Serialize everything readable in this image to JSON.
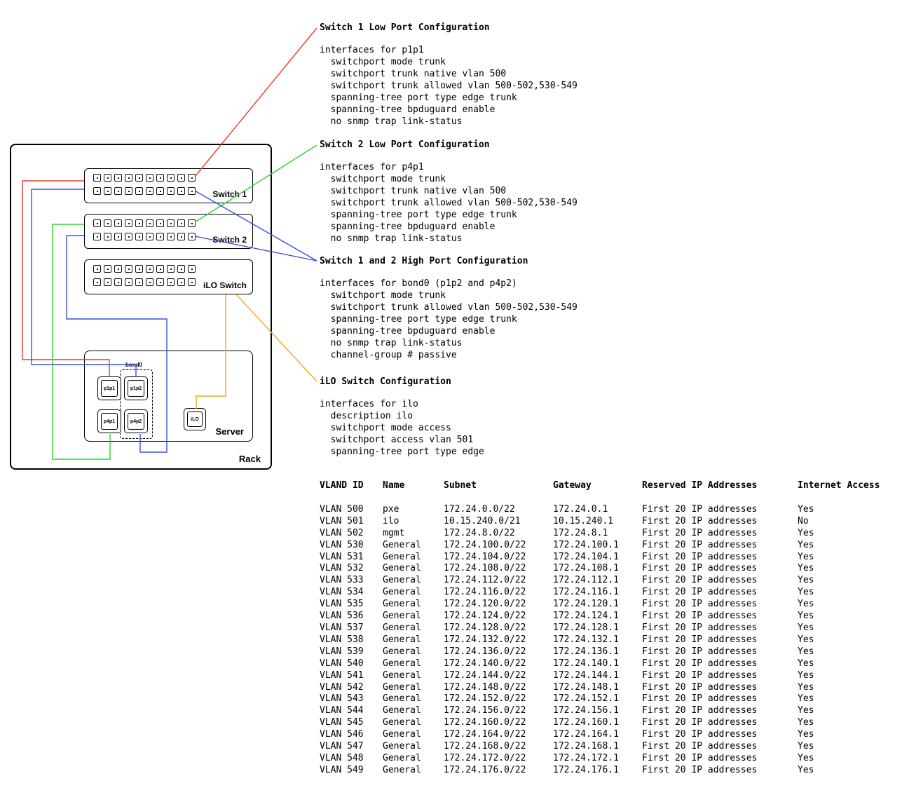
{
  "diagram": {
    "rack_label": "Rack",
    "server_label": "Server",
    "bond_label": "bond0",
    "ports_per_row": 10,
    "switches": [
      {
        "label": "Switch 1"
      },
      {
        "label": "Switch 2"
      },
      {
        "label": "iLO Switch"
      }
    ],
    "nics": [
      {
        "label": "p1p1"
      },
      {
        "label": "p1p2"
      },
      {
        "label": "p4p1"
      },
      {
        "label": "p4p2"
      },
      {
        "label": "iLO"
      }
    ],
    "colors": {
      "red": "#ee3b28",
      "green": "#2fd32f",
      "blue": "#3a50d9",
      "orange": "#f5a623"
    }
  },
  "sections": [
    {
      "title": "Switch 1 Low Port Configuration",
      "body": "interfaces for p1p1\n  switchport mode trunk\n  switchport trunk native vlan 500\n  switchport trunk allowed vlan 500-502,530-549\n  spanning-tree port type edge trunk\n  spanning-tree bpduguard enable\n  no snmp trap link-status"
    },
    {
      "title": "Switch 2 Low Port Configuration",
      "body": "interfaces for p4p1\n  switchport mode trunk\n  switchport trunk native vlan 500\n  switchport trunk allowed vlan 500-502,530-549\n  spanning-tree port type edge trunk\n  spanning-tree bpduguard enable\n  no snmp trap link-status"
    },
    {
      "title": "Switch 1 and 2 High Port Configuration",
      "body": "interfaces for bond0 (p1p2 and p4p2)\n  switchport mode trunk\n  switchport trunk allowed vlan 500-502,530-549\n  spanning-tree port type edge trunk\n  spanning-tree bpduguard enable\n  no snmp trap link-status\n  channel-group # passive"
    },
    {
      "title": "iLO Switch Configuration",
      "body": "interfaces for ilo\n  description ilo\n  switchport mode access\n  switchport access vlan 501\n  spanning-tree port type edge"
    }
  ],
  "vlan_table": {
    "headers": [
      "VLAND ID",
      "Name",
      "Subnet",
      "Gateway",
      "Reserved IP Addresses",
      "Internet Access"
    ],
    "rows": [
      [
        "VLAN 500",
        "pxe",
        "172.24.0.0/22",
        "172.24.0.1",
        "First 20 IP addresses",
        "Yes"
      ],
      [
        "VLAN 501",
        "ilo",
        "10.15.240.0/21",
        "10.15.240.1",
        "First 20 IP addresses",
        "No"
      ],
      [
        "VLAN 502",
        "mgmt",
        "172.24.8.0/22",
        "172.24.8.1",
        "First 20 IP addresses",
        "Yes"
      ],
      [
        "VLAN 530",
        "General",
        "172.24.100.0/22",
        "172.24.100.1",
        "First 20 IP addresses",
        "Yes"
      ],
      [
        "VLAN 531",
        "General",
        "172.24.104.0/22",
        "172.24.104.1",
        "First 20 IP addresses",
        "Yes"
      ],
      [
        "VLAN 532",
        "General",
        "172.24.108.0/22",
        "172.24.108.1",
        "First 20 IP addresses",
        "Yes"
      ],
      [
        "VLAN 533",
        "General",
        "172.24.112.0/22",
        "172.24.112.1",
        "First 20 IP addresses",
        "Yes"
      ],
      [
        "VLAN 534",
        "General",
        "172.24.116.0/22",
        "172.24.116.1",
        "First 20 IP addresses",
        "Yes"
      ],
      [
        "VLAN 535",
        "General",
        "172.24.120.0/22",
        "172.24.120.1",
        "First 20 IP addresses",
        "Yes"
      ],
      [
        "VLAN 536",
        "General",
        "172.24.124.0/22",
        "172.24.124.1",
        "First 20 IP addresses",
        "Yes"
      ],
      [
        "VLAN 537",
        "General",
        "172.24.128.0/22",
        "172.24.128.1",
        "First 20 IP addresses",
        "Yes"
      ],
      [
        "VLAN 538",
        "General",
        "172.24.132.0/22",
        "172.24.132.1",
        "First 20 IP addresses",
        "Yes"
      ],
      [
        "VLAN 539",
        "General",
        "172.24.136.0/22",
        "172.24.136.1",
        "First 20 IP addresses",
        "Yes"
      ],
      [
        "VLAN 540",
        "General",
        "172.24.140.0/22",
        "172.24.140.1",
        "First 20 IP addresses",
        "Yes"
      ],
      [
        "VLAN 541",
        "General",
        "172.24.144.0/22",
        "172.24.144.1",
        "First 20 IP addresses",
        "Yes"
      ],
      [
        "VLAN 542",
        "General",
        "172.24.148.0/22",
        "172.24.148.1",
        "First 20 IP addresses",
        "Yes"
      ],
      [
        "VLAN 543",
        "General",
        "172.24.152.0/22",
        "172.24.152.1",
        "First 20 IP addresses",
        "Yes"
      ],
      [
        "VLAN 544",
        "General",
        "172.24.156.0/22",
        "172.24.156.1",
        "First 20 IP addresses",
        "Yes"
      ],
      [
        "VLAN 545",
        "General",
        "172.24.160.0/22",
        "172.24.160.1",
        "First 20 IP addresses",
        "Yes"
      ],
      [
        "VLAN 546",
        "General",
        "172.24.164.0/22",
        "172.24.164.1",
        "First 20 IP addresses",
        "Yes"
      ],
      [
        "VLAN 547",
        "General",
        "172.24.168.0/22",
        "172.24.168.1",
        "First 20 IP addresses",
        "Yes"
      ],
      [
        "VLAN 548",
        "General",
        "172.24.172.0/22",
        "172.24.172.1",
        "First 20 IP addresses",
        "Yes"
      ],
      [
        "VLAN 549",
        "General",
        "172.24.176.0/22",
        "172.24.176.1",
        "First 20 IP addresses",
        "Yes"
      ]
    ]
  }
}
